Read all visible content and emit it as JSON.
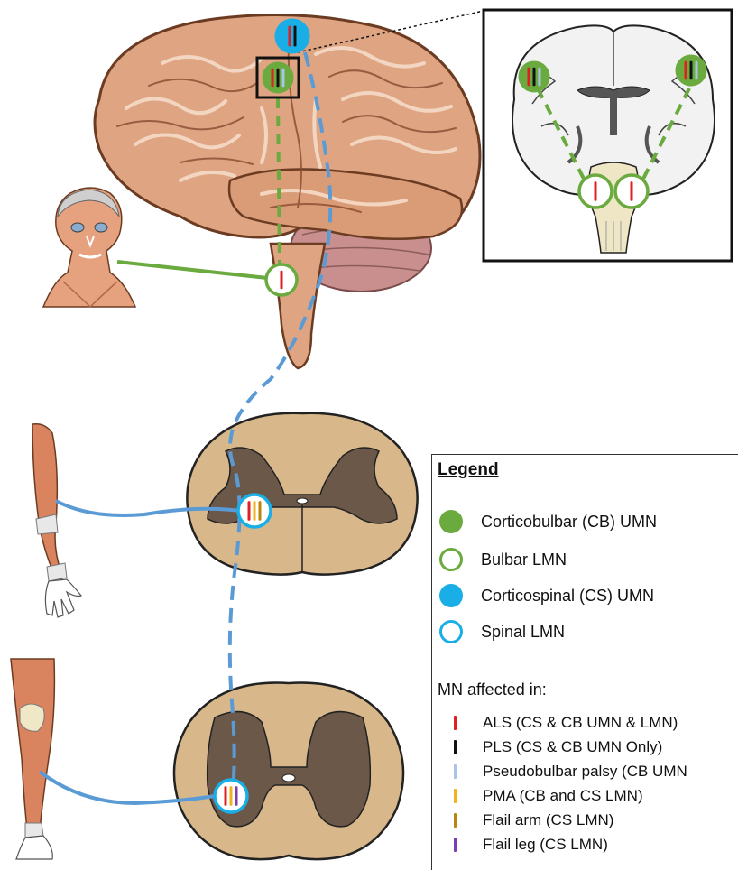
{
  "colors": {
    "brain": "#dfa583",
    "brain_dark": "#a9664a",
    "brain_fold": "#f3d6bf",
    "cb_umn": "#6aaa3f",
    "cs_umn": "#19aee6",
    "bulbar_lmn": "#6aaa3f",
    "spinal_lmn": "#19aee6",
    "green_path": "#6aaa3f",
    "blue_path": "#5b9bd5",
    "cord_white": "#d8b88a",
    "cord_grey": "#6b5848",
    "ALS": "#e02020",
    "PLS": "#111111",
    "Pseudobulbar": "#a9c4e8",
    "PMA": "#f2b21a",
    "Flail_arm": "#b8860b",
    "Flail_leg": "#7a3fb5"
  },
  "legend": {
    "title": "Legend",
    "items": [
      {
        "label": "Corticobulbar (CB) UMN",
        "icon": "filled-green-circle"
      },
      {
        "label": "Bulbar LMN",
        "icon": "hollow-green-circle"
      },
      {
        "label": "Corticospinal (CS) UMN",
        "icon": "filled-blue-circle"
      },
      {
        "label": "Spinal LMN",
        "icon": "hollow-blue-circle"
      }
    ],
    "mn_title": "MN affected in:",
    "diseases": [
      {
        "label": "ALS (CS & CB UMN & LMN)",
        "color_key": "ALS"
      },
      {
        "label": "PLS (CS & CB UMN Only)",
        "color_key": "PLS"
      },
      {
        "label": "Pseudobulbar palsy (CB UMN",
        "color_key": "Pseudobulbar"
      },
      {
        "label": "PMA (CB and CS LMN)",
        "color_key": "PMA"
      },
      {
        "label": "Flail arm (CS LMN)",
        "color_key": "Flail_arm"
      },
      {
        "label": "Flail leg (CS LMN)",
        "color_key": "Flail_leg"
      }
    ]
  },
  "nodes": {
    "cs_umn_brain": [
      "ALS",
      "PLS"
    ],
    "cb_umn_brain": [
      "ALS",
      "PLS",
      "Pseudobulbar"
    ],
    "bulbar_lmn_brainstem": [
      "ALS"
    ],
    "coronal_cb_umn_left": [
      "ALS",
      "PLS",
      "Pseudobulbar"
    ],
    "coronal_cb_umn_right": [
      "ALS",
      "PLS",
      "Pseudobulbar"
    ],
    "coronal_bulbar_lmn_left": [
      "ALS"
    ],
    "coronal_bulbar_lmn_right": [
      "ALS"
    ],
    "spinal_lmn_cervical": [
      "ALS",
      "PMA",
      "Flail_arm"
    ],
    "spinal_lmn_lumbar": [
      "ALS",
      "PMA",
      "Flail_leg"
    ]
  }
}
